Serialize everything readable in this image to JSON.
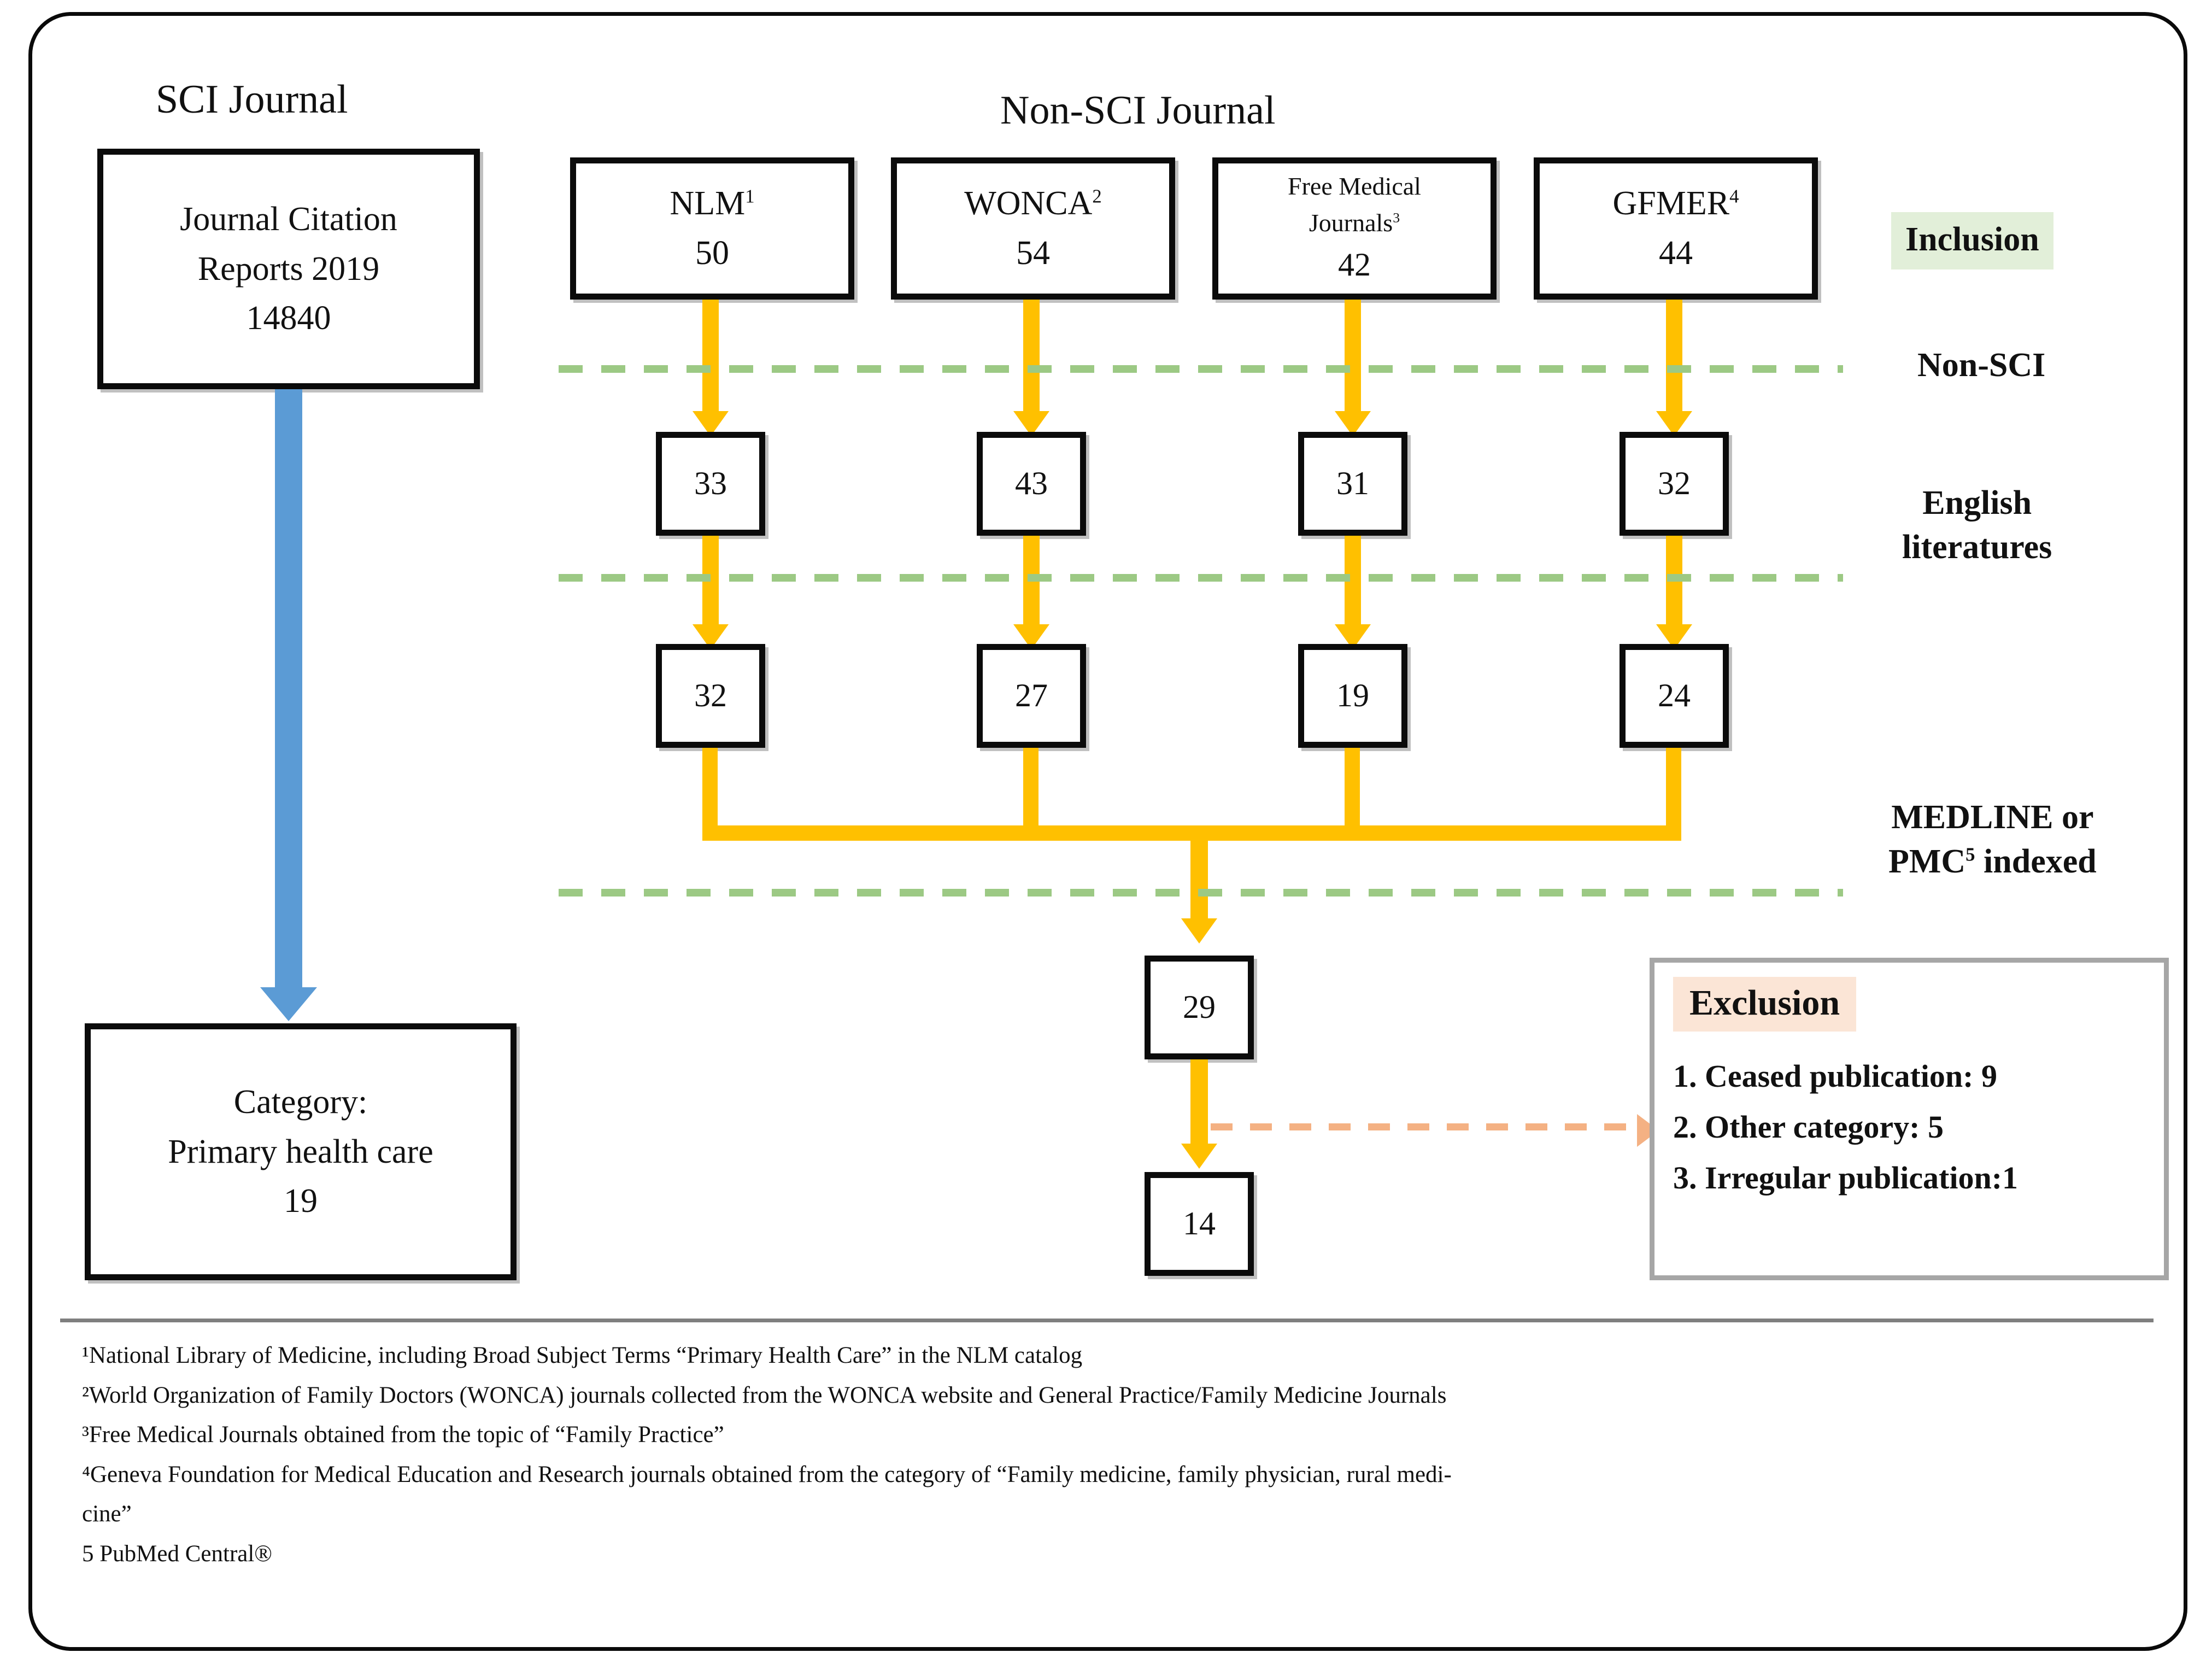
{
  "diagram": {
    "headings": {
      "sci": "SCI Journal",
      "non_sci": "Non-SCI Journal"
    },
    "sci_source_box": {
      "line1": "Journal Citation",
      "line2": "Reports 2019",
      "count": "14840"
    },
    "sci_result_box": {
      "line1": "Category:",
      "line2": "Primary health care",
      "count": "19"
    },
    "sources": [
      {
        "name": "NLM",
        "footnote_marker": "1",
        "count": "50"
      },
      {
        "name": "WONCA",
        "footnote_marker": "2",
        "count": "54"
      },
      {
        "name_line1": "Free Medical",
        "name_line2": "Journals",
        "footnote_marker": "3",
        "count": "42"
      },
      {
        "name": "GFMER",
        "footnote_marker": "4",
        "count": "44"
      }
    ],
    "row_non_sci": [
      "33",
      "43",
      "31",
      "32"
    ],
    "row_english": [
      "32",
      "27",
      "19",
      "24"
    ],
    "merged_indexed": "29",
    "final_included": "14",
    "stage_labels": {
      "inclusion": "Inclusion",
      "non_sci": "Non-SCI",
      "english_line1": "English",
      "english_line2": "literatures",
      "medline_line1": "MEDLINE or",
      "medline_line2_prefix": "PMC",
      "medline_line2_marker": "5",
      "medline_line2_suffix": " indexed"
    },
    "exclusion": {
      "title": "Exclusion",
      "items": [
        "1. Ceased publication: 9",
        "2. Other category: 5",
        "3. Irregular publication:1"
      ]
    },
    "footnotes": [
      "¹National Library of Medicine, including Broad Subject Terms “Primary Health Care” in the NLM catalog",
      "²World Organization of Family Doctors (WONCA) journals collected from the WONCA website and General Practice/Family Medicine Journals",
      "³Free Medical Journals obtained from the topic of “Family Practice”",
      "⁴Geneva Foundation for Medical Education and Research journals obtained from the category of “Family medicine, family physician, rural medi-",
      "cine”",
      "5 PubMed Central®"
    ],
    "colors": {
      "flow_arrow": "#FFC000",
      "sci_arrow": "#5B9BD5",
      "separator_green": "#9CC984",
      "exclusion_dash": "#F4B183",
      "inclusion_highlight": "#E2EFD9",
      "exclusion_highlight": "#FBE5D6",
      "box_border": "#0B0B0B",
      "panel_border": "#A6A6A6"
    }
  }
}
